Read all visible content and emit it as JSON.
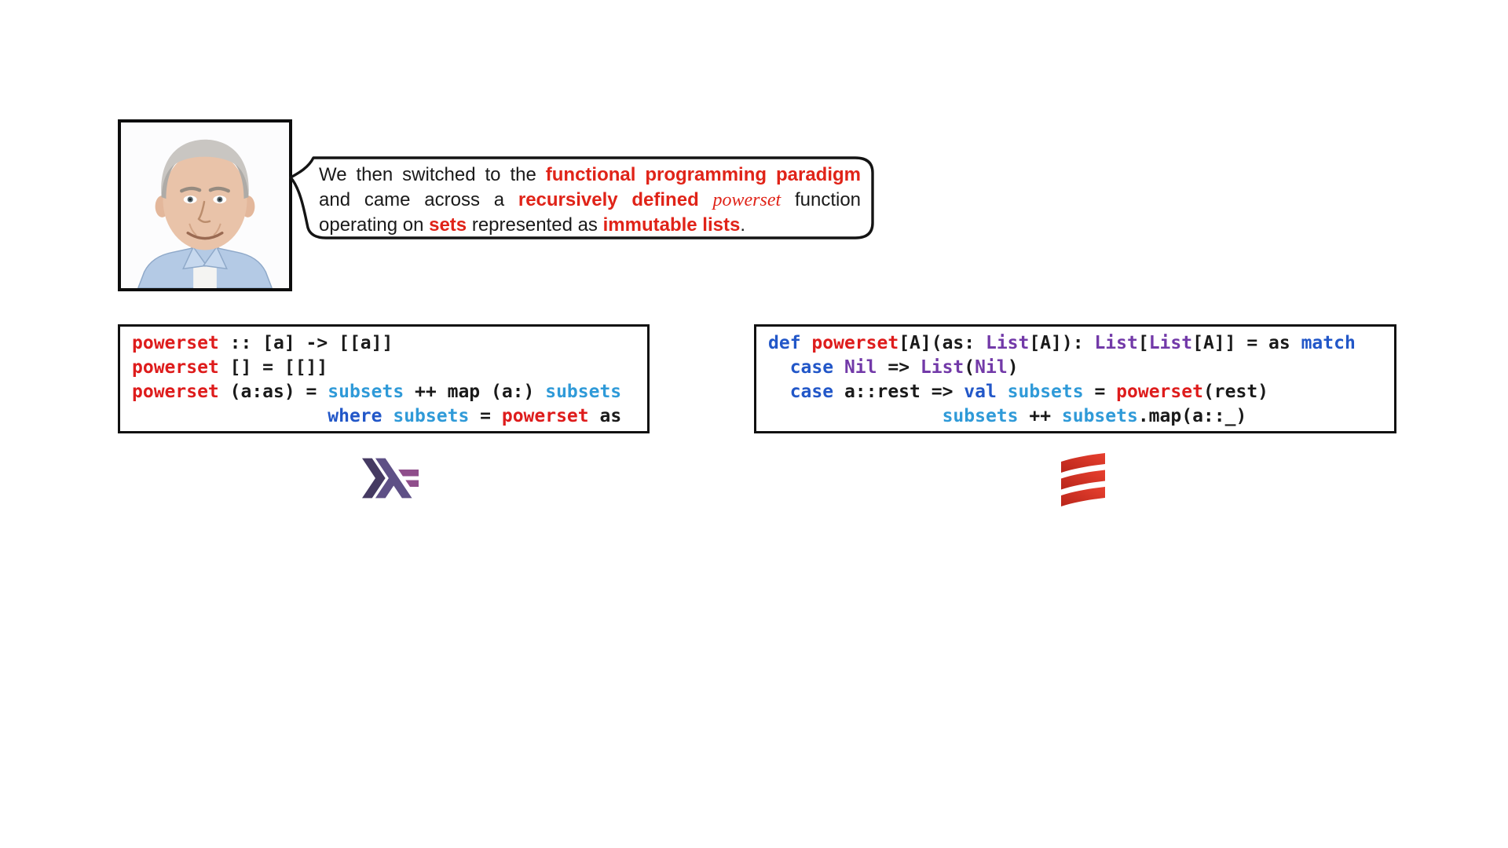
{
  "palette": {
    "background": "#ffffff",
    "border_black": "#111111",
    "text_black": "#1a1a1a",
    "accent_red": "#e02318",
    "code_function_red": "#de1c1c",
    "code_keyword_blue": "#2257c8",
    "code_variable_blue": "#2f9ad8",
    "code_type_purple": "#7239a8",
    "haskell_logo_chevron": "#453a62",
    "haskell_logo_lambda": "#5e5086",
    "haskell_logo_equals": "#8f4e8b",
    "scala_logo_red": "#db382b"
  },
  "speaker": {
    "photo_description": "portrait of a gray-haired man in a light blue collared shirt"
  },
  "speech_bubble": {
    "lines": [
      {
        "justify": true,
        "segments": [
          {
            "text": "We then switched to the ",
            "style": "normal"
          },
          {
            "text": "functional programming paradigm",
            "style": "red-bold"
          }
        ]
      },
      {
        "justify": true,
        "segments": [
          {
            "text": "and came across a ",
            "style": "normal"
          },
          {
            "text": "recursively defined",
            "style": "red-bold"
          },
          {
            "text": " ",
            "style": "normal"
          },
          {
            "text": "powerset",
            "style": "red-serif-italic"
          },
          {
            "text": " function",
            "style": "normal"
          }
        ]
      },
      {
        "justify": false,
        "segments": [
          {
            "text": "operating on ",
            "style": "normal"
          },
          {
            "text": "sets",
            "style": "red-bold"
          },
          {
            "text": " represented as ",
            "style": "normal"
          },
          {
            "text": "immutable lists",
            "style": "red-bold"
          },
          {
            "text": ".",
            "style": "normal"
          }
        ]
      }
    ]
  },
  "code_blocks": [
    {
      "language": "Haskell",
      "icon": "haskell-logo",
      "lines": [
        [
          {
            "text": "powerset",
            "token": "fn"
          },
          {
            "text": " :: [a] -> [[a]]",
            "token": "plain"
          }
        ],
        [
          {
            "text": "powerset",
            "token": "fn"
          },
          {
            "text": " [] = [[]]",
            "token": "plain"
          }
        ],
        [
          {
            "text": "powerset",
            "token": "fn"
          },
          {
            "text": " (a:as) = ",
            "token": "plain"
          },
          {
            "text": "subsets",
            "token": "var"
          },
          {
            "text": " ++ map (a:) ",
            "token": "plain"
          },
          {
            "text": "subsets",
            "token": "var"
          }
        ],
        [
          {
            "text": "                  ",
            "token": "plain"
          },
          {
            "text": "where",
            "token": "kw"
          },
          {
            "text": " ",
            "token": "plain"
          },
          {
            "text": "subsets",
            "token": "var"
          },
          {
            "text": " = ",
            "token": "plain"
          },
          {
            "text": "powerset",
            "token": "fn"
          },
          {
            "text": " as",
            "token": "plain"
          }
        ]
      ]
    },
    {
      "language": "Scala",
      "icon": "scala-logo",
      "lines": [
        [
          {
            "text": "def",
            "token": "kw"
          },
          {
            "text": " ",
            "token": "plain"
          },
          {
            "text": "powerset",
            "token": "fn"
          },
          {
            "text": "[A](as: ",
            "token": "plain"
          },
          {
            "text": "List",
            "token": "type"
          },
          {
            "text": "[A]): ",
            "token": "plain"
          },
          {
            "text": "List",
            "token": "type"
          },
          {
            "text": "[",
            "token": "plain"
          },
          {
            "text": "List",
            "token": "type"
          },
          {
            "text": "[A]] = as ",
            "token": "plain"
          },
          {
            "text": "match",
            "token": "kw"
          }
        ],
        [
          {
            "text": "  ",
            "token": "plain"
          },
          {
            "text": "case",
            "token": "kw"
          },
          {
            "text": " ",
            "token": "plain"
          },
          {
            "text": "Nil",
            "token": "type"
          },
          {
            "text": " => ",
            "token": "plain"
          },
          {
            "text": "List",
            "token": "type"
          },
          {
            "text": "(",
            "token": "plain"
          },
          {
            "text": "Nil",
            "token": "type"
          },
          {
            "text": ")",
            "token": "plain"
          }
        ],
        [
          {
            "text": "  ",
            "token": "plain"
          },
          {
            "text": "case",
            "token": "kw"
          },
          {
            "text": " a::rest => ",
            "token": "plain"
          },
          {
            "text": "val",
            "token": "kw"
          },
          {
            "text": " ",
            "token": "plain"
          },
          {
            "text": "subsets",
            "token": "var"
          },
          {
            "text": " = ",
            "token": "plain"
          },
          {
            "text": "powerset",
            "token": "fn"
          },
          {
            "text": "(rest)",
            "token": "plain"
          }
        ],
        [
          {
            "text": "                ",
            "token": "plain"
          },
          {
            "text": "subsets",
            "token": "var"
          },
          {
            "text": " ++ ",
            "token": "plain"
          },
          {
            "text": "subsets",
            "token": "var"
          },
          {
            "text": ".map(a::_)",
            "token": "plain"
          }
        ]
      ]
    }
  ]
}
